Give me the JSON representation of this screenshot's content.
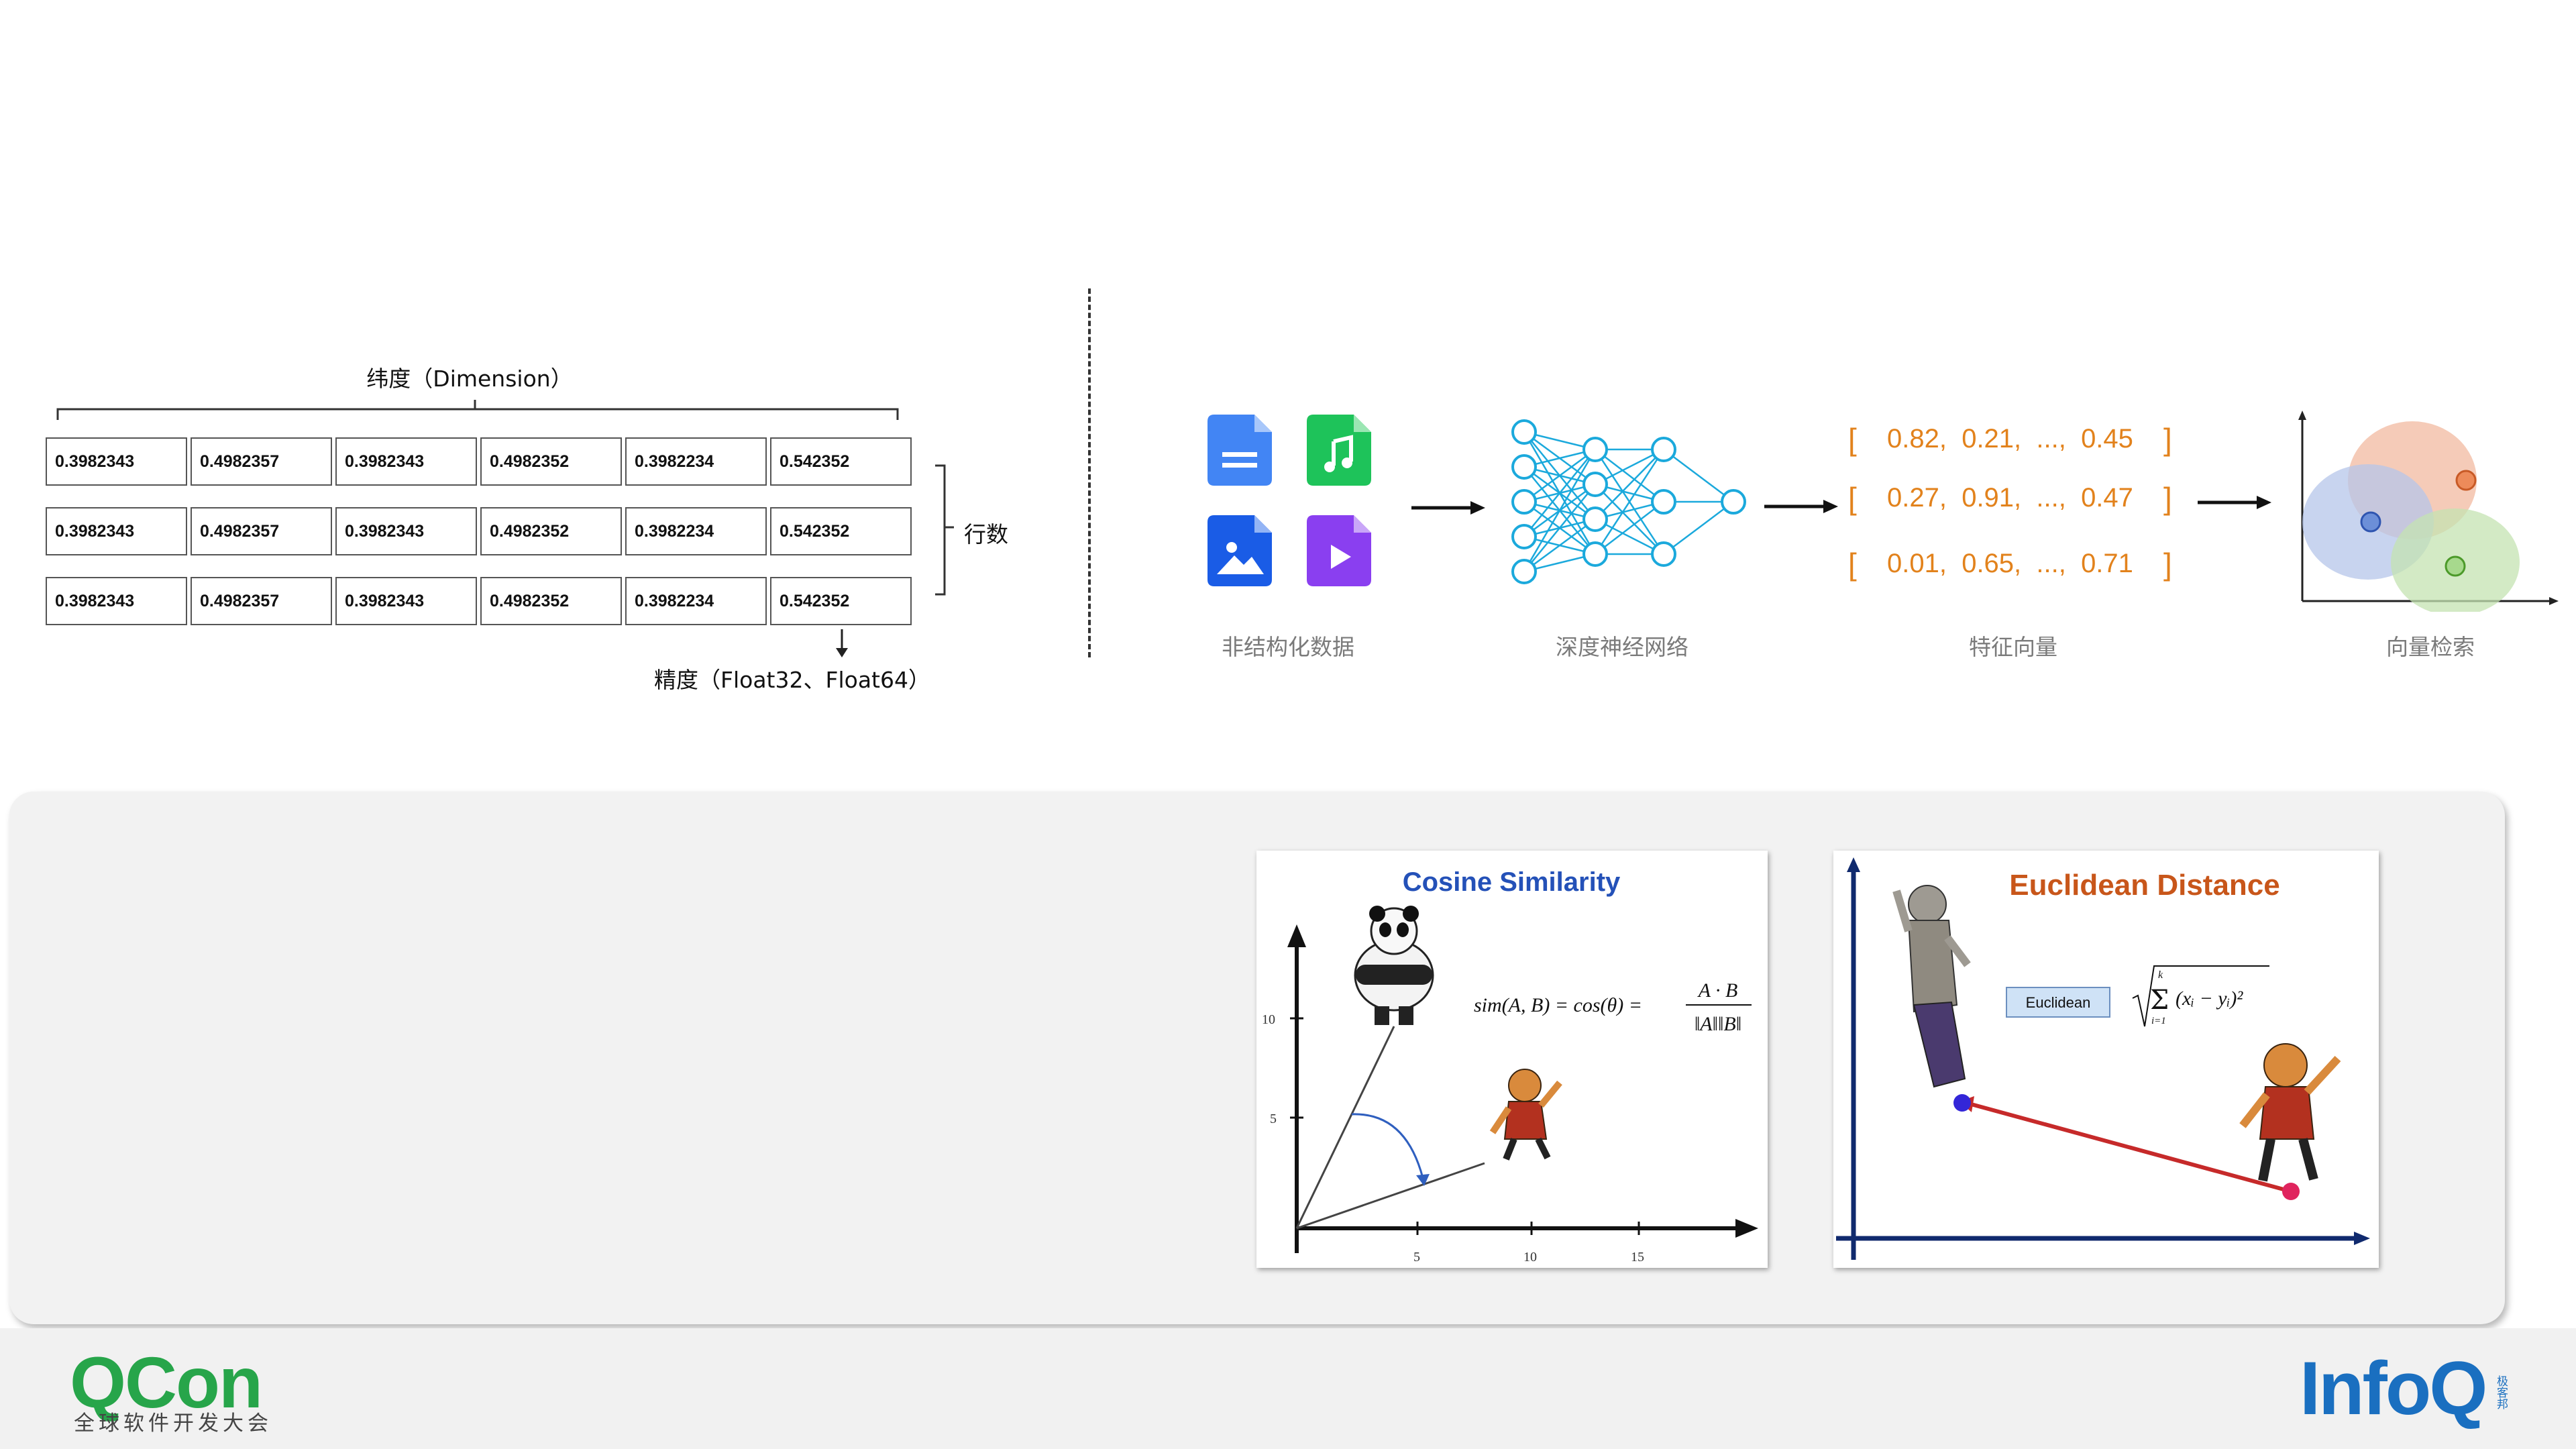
{
  "table": {
    "dimension_label": "纬度（Dimension）",
    "rows_label": "行数",
    "precision_label": "精度（Float32、Float64）",
    "rows": [
      [
        "0.3982343",
        "0.4982357",
        "0.3982343",
        "0.4982352",
        "0.3982234",
        "0.542352"
      ],
      [
        "0.3982343",
        "0.4982357",
        "0.3982343",
        "0.4982352",
        "0.3982234",
        "0.542352"
      ],
      [
        "0.3982343",
        "0.4982357",
        "0.3982343",
        "0.4982352",
        "0.3982234",
        "0.542352"
      ]
    ]
  },
  "pipeline": {
    "stages": [
      "非结构化数据",
      "深度神经网络",
      "特征向量",
      "向量检索"
    ],
    "vectors": [
      "0.82,  0.21,  ...,  0.45",
      "0.27,  0.91,  ...,  0.47",
      "0.01,  0.65,  ...,  0.71"
    ],
    "file_icons": [
      "document-icon",
      "music-icon",
      "image-icon",
      "video-icon"
    ],
    "colors": {
      "doc": "#4285f4",
      "music": "#1ec35a",
      "image": "#1a5ce6",
      "video": "#8a3ff0",
      "network": "#1ba9dc",
      "vector": "#e2821c"
    }
  },
  "cosine": {
    "title": "Cosine Similarity",
    "formula_lhs": "sim(A, B) = cos(θ) =",
    "formula_num": "A · B",
    "formula_den": "‖A‖‖B‖",
    "y_ticks": [
      "10",
      "5"
    ],
    "x_ticks": [
      "5",
      "10",
      "15"
    ]
  },
  "euclidean": {
    "title": "Euclidean Distance",
    "button_label": "Euclidean",
    "formula_body": "(xᵢ − yᵢ)²",
    "formula_upper": "k",
    "formula_lower": "i=1"
  },
  "footer": {
    "qcon_logo": "QCon",
    "qcon_subtitle": "全球软件开发大会",
    "infoq_logo": "InfoQ",
    "infoq_subtitle": "极客邦"
  }
}
